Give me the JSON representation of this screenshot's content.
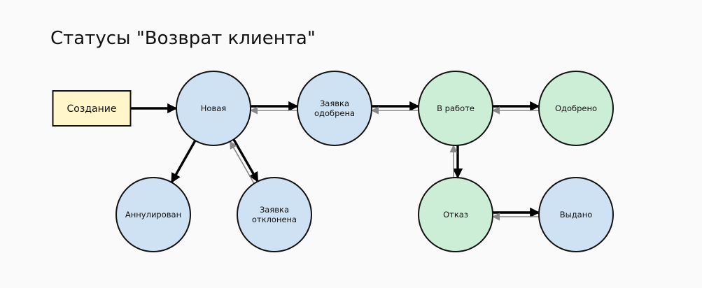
{
  "title": "Статусы \"Возврат клиента\"",
  "colors": {
    "start_fill": "#fff6cc",
    "blue_fill": "#cfe2f3",
    "green_fill": "#cdeed6",
    "stroke": "#111111",
    "forward_edge": "#000000",
    "back_edge": "#888888"
  },
  "nodes": {
    "start": {
      "label": "Создание",
      "kind": "start"
    },
    "new": {
      "label": "Новая",
      "kind": "blue"
    },
    "approved_request": {
      "label": "Заявка одобрена",
      "lines": [
        "Заявка",
        "одобрена"
      ],
      "kind": "blue"
    },
    "in_work": {
      "label": "В работе",
      "kind": "green"
    },
    "approved": {
      "label": "Одобрено",
      "kind": "green"
    },
    "cancelled": {
      "label": "Аннулирован",
      "kind": "blue"
    },
    "rejected_request": {
      "label": "Заявка отклонена",
      "lines": [
        "Заявка",
        "отклонена"
      ],
      "kind": "blue"
    },
    "refusal": {
      "label": "Отказ",
      "kind": "green"
    },
    "issued": {
      "label": "Выдано",
      "kind": "blue"
    }
  },
  "edges": [
    {
      "from": "start",
      "to": "new",
      "type": "forward"
    },
    {
      "from": "new",
      "to": "approved_request",
      "type": "forward"
    },
    {
      "from": "approved_request",
      "to": "new",
      "type": "back"
    },
    {
      "from": "approved_request",
      "to": "in_work",
      "type": "forward"
    },
    {
      "from": "in_work",
      "to": "approved_request",
      "type": "back"
    },
    {
      "from": "in_work",
      "to": "approved",
      "type": "forward"
    },
    {
      "from": "approved",
      "to": "in_work",
      "type": "back"
    },
    {
      "from": "new",
      "to": "cancelled",
      "type": "forward"
    },
    {
      "from": "new",
      "to": "rejected_request",
      "type": "forward"
    },
    {
      "from": "rejected_request",
      "to": "new",
      "type": "back"
    },
    {
      "from": "in_work",
      "to": "refusal",
      "type": "forward"
    },
    {
      "from": "refusal",
      "to": "in_work",
      "type": "back"
    },
    {
      "from": "refusal",
      "to": "issued",
      "type": "forward"
    },
    {
      "from": "issued",
      "to": "refusal",
      "type": "back"
    }
  ]
}
